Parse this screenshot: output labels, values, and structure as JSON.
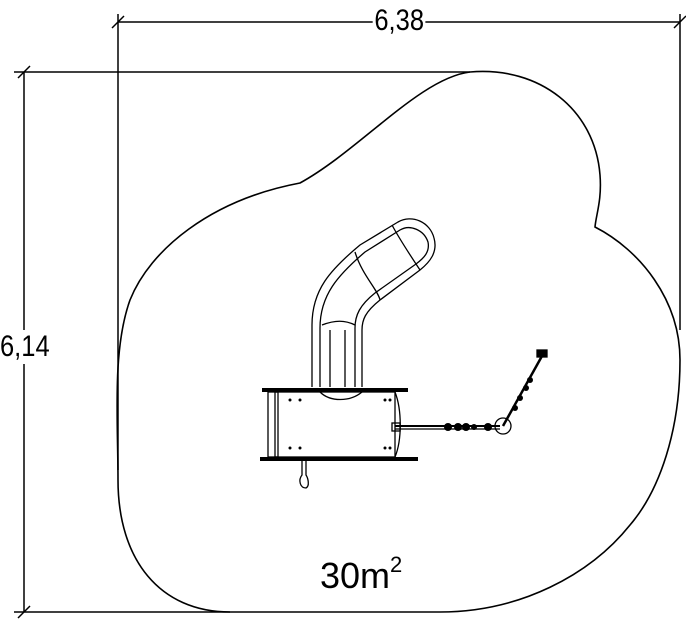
{
  "dimensions": {
    "width": "6,38",
    "depth": "6,14"
  },
  "area": {
    "value": "30m",
    "unit_exponent": "2"
  }
}
